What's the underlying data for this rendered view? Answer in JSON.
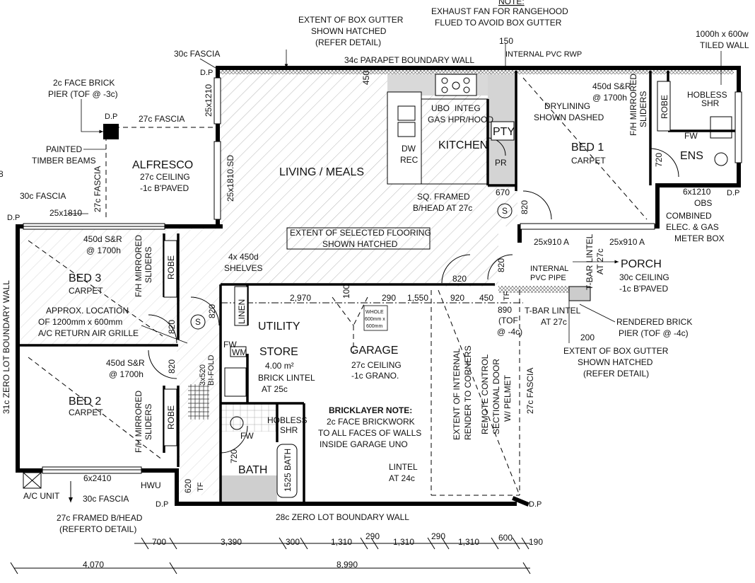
{
  "top_notes": {
    "note_heading": "NOTE:",
    "note_l1": "EXHAUST FAN FOR RANGEHOOD",
    "note_l2": "FLUED TO AVOID BOX GUTTER",
    "gutter_l1": "EXTENT OF BOX GUTTER",
    "gutter_l2": "SHOWN HATCHED",
    "gutter_l3": "(REFER DETAIL)",
    "fascia_30": "30c FASCIA",
    "parapet": "34c PARAPET BOUNDARY WALL",
    "dim_150": "150",
    "pvc_rwp": "INTERNAL PVC RWP",
    "tiled_l1": "1000h x 600w",
    "tiled_l2": "TILED WALL"
  },
  "left_notes": {
    "pier_l1": "2c FACE BRICK",
    "pier_l2": "PIER (TOF @ -3c)",
    "dp": "D.P",
    "fascia_27": "27c FASCIA",
    "beams_l1": "PAINTED",
    "beams_l2": "TIMBER BEAMS",
    "fascia_27v": "27c FASCIA",
    "fascia_30b": "30c FASCIA",
    "win_25x1810": "25x1810",
    "boundary": "31c ZERO LOT BOUNDARY WALL",
    "edge_glyph": "8"
  },
  "rooms": {
    "alfresco": "ALFRESCO",
    "alfresco_c1": "27c CEILING",
    "alfresco_c2": "-1c B'PAVED",
    "living": "LIVING / MEALS",
    "kitchen": "KITCHEN",
    "ubo": "UBO",
    "gas_hp": "GAS HP",
    "integ": "INTEG",
    "rhood": "R/HOOD",
    "pty": "PTY",
    "pr": "PR",
    "dw": "DW",
    "rec": "REC",
    "bed1": "BED 1",
    "bed1_f": "CARPET",
    "bed2": "BED 2",
    "bed2_f": "CARPET",
    "bed3": "BED 3",
    "bed3_f": "CARPET",
    "robe": "ROBE",
    "ens": "ENS",
    "hobless": "HOBLESS",
    "shr": "SHR",
    "fw": "FW",
    "wm": "WM",
    "linen": "LINEN",
    "utility": "UTILITY",
    "store": "STORE",
    "store_area": "4.00 m²",
    "garage": "GARAGE",
    "garage_c1": "27c CEILING",
    "garage_c2": "-1c GRANO.",
    "bath": "BATH",
    "bath_v": "1525 BATH",
    "porch": "PORCH",
    "porch_c1": "30c CEILING",
    "porch_c2": "-1c B'PAVED",
    "hwu": "HWU",
    "tf": "TF",
    "s": "S"
  },
  "annotations": {
    "win_25x1210": "25x1210",
    "win_25x1810sd": "25x1810.SD",
    "sr_1": "450d S&R",
    "sr_1b": "@ 1700h",
    "sr_3": "450d S&R",
    "sr_3b": "@ 1700h",
    "sr_2": "450d S&R",
    "sr_2b": "@ 1700h",
    "mirrored": "F/H MIRRORED",
    "sliders": "SLIDERS",
    "shelves_l1": "4x 450d",
    "shelves_l2": "SHELVES",
    "drylining_l1": "DRYLINING",
    "drylining_l2": "SHOWN DASHED",
    "bhead_l1": "SQ. FRAMED",
    "bhead_l2": "B/HEAD AT 27c",
    "flooring_l1": "EXTENT OF SELECTED FLOORING",
    "flooring_l2": "SHOWN HATCHED",
    "obs_l1": "6x1210",
    "obs_l2": "OBS",
    "meter_l1": "COMBINED",
    "meter_l2": "ELEC. & GAS",
    "meter_l3": "METER BOX",
    "fw_ens": "FW",
    "dp_r": "D.P",
    "win_910a": "25x910 A",
    "win_910b": "25x910 A",
    "tbar_v": "T-BAR LINTEL",
    "tbar_v2": "AT 27c",
    "pvc_pipe_l1": "INTERNAL",
    "pvc_pipe_l2": "PVC PIPE",
    "tbar_l1": "T-BAR LINTEL",
    "tbar_l2": "AT 27c",
    "rendered_l1": "RENDERED BRICK",
    "rendered_l2": "PIER (TOF @ -4c)",
    "tof": "(TOF",
    "tof2": "@ -4c)",
    "gutter2_l1": "EXTENT OF BOX GUTTER",
    "gutter2_l2": "SHOWN HATCHED",
    "gutter2_l3": "(REFER DETAIL)",
    "grille_l1": "APPROX. LOCATION",
    "grille_l2": "OF 1200mm x 600mm",
    "grille_l3": "A/C RETURN AIR GRILLE",
    "bifold": "3x520",
    "bifold2": "BI-FOLD",
    "brick_lintel_l1": "BRICK LINTEL",
    "brick_lintel_l2": "AT 25c",
    "bricklayer_l1": "BRICKLAYER NOTE:",
    "bricklayer_l2": "2c FACE BRICKWORK",
    "bricklayer_l3": "TO ALL FACES OF WALLS",
    "bricklayer_l4": "INSIDE GARAGE UNO",
    "render_l1": "EXTENT OF INTERNAL",
    "render_l2": "RENDER TO CORNERS",
    "remote_l1": "REMOTE CONTROL",
    "remote_l2": "SECTIONAL DOOR",
    "remote_l3": "W/ PELMET",
    "fascia_27g": "27c FASCIA",
    "lintel_l1": "LINTEL",
    "lintel_l2": "AT 24c",
    "whole_l1": "WHOLE",
    "whole_l2": "600mm x",
    "whole_l3": "600mm",
    "ac_unit": "A/C UNIT",
    "win_6x2410": "6x2410",
    "fascia_30c": "30c FASCIA",
    "dp_b": "D.P",
    "dp_g": "D.P",
    "bhead_b1": "27c FRAMED B/HEAD",
    "bhead_b2": "(REFERTO DETAIL)",
    "zero_lot": "28c ZERO LOT BOUNDARY WALL",
    "d450": "450",
    "d670": "670",
    "d820a": "820",
    "d820b": "820",
    "d820c": "820",
    "d820d": "820",
    "d820e": "820",
    "d820f": "820",
    "d820g": "820",
    "d720a": "720",
    "d720b": "720",
    "d620": "620",
    "d890": "890",
    "d200": "200",
    "d100": "100",
    "d_2970": "2,970",
    "d_290": "290",
    "d_1550": "1,550",
    "d_920": "920",
    "d_450": "450"
  },
  "dimensions_bottom": {
    "row1": [
      "700",
      "3,390",
      "300",
      "1,310",
      "290",
      "1,310",
      "290",
      "1,310",
      "600",
      "190"
    ],
    "row2": [
      "4,070",
      "8,990"
    ]
  }
}
